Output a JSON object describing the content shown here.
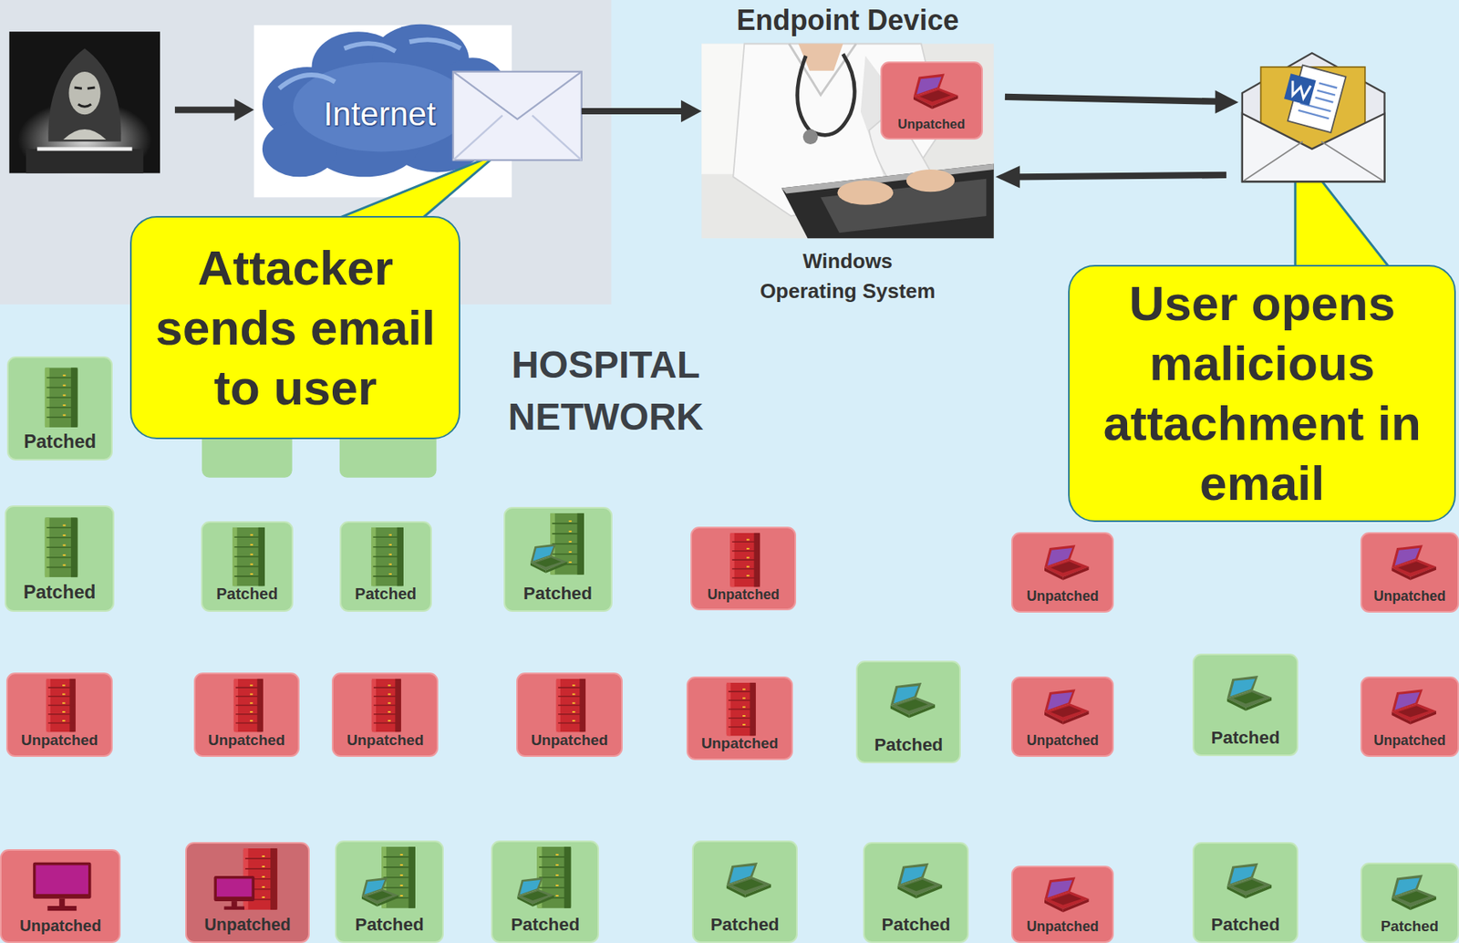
{
  "diagram": {
    "nodes": [
      {
        "text": [
          "Internet"
        ]
      },
      {
        "text": [
          "Endpoint Device",
          "Windows Operating System"
        ]
      },
      {
        "text": [
          "Unpatched"
        ],
        "in": 1
      },
      {
        "text": [
          "Attacker sends email to user"
        ]
      },
      {
        "text": [
          "User opens malicious attachment in email"
        ]
      },
      {
        "text": [
          "Patched"
        ]
      },
      {
        "text": [
          "Patched"
        ]
      },
      {
        "text": [
          "Patched"
        ]
      },
      {
        "text": [
          "Patched"
        ]
      },
      {
        "text": [
          "Patched"
        ]
      },
      {
        "text": [
          "Unpatched"
        ]
      },
      {
        "text": [
          "Unpatched"
        ]
      },
      {
        "text": [
          "Unpatched"
        ]
      },
      {
        "text": [
          "Unpatched"
        ]
      },
      {
        "text": [
          "Unpatched"
        ]
      },
      {
        "text": [
          "Unpatched"
        ]
      },
      {
        "text": [
          "Unpatched"
        ]
      },
      {
        "text": [
          "Unpatched"
        ]
      },
      {
        "text": [
          "Patched"
        ]
      },
      {
        "text": [
          "Unpatched"
        ]
      },
      {
        "text": [
          "Patched"
        ]
      },
      {
        "text": [
          "Unpatched"
        ]
      },
      {
        "text": [
          "Unpatched"
        ]
      },
      {
        "text": [
          "Unpatched"
        ]
      },
      {
        "text": [
          "Patched"
        ]
      },
      {
        "text": [
          "Patched"
        ]
      },
      {
        "text": [
          "Patched"
        ]
      },
      {
        "text": [
          "Patched"
        ]
      },
      {
        "text": [
          "Unpatched"
        ]
      },
      {
        "text": [
          "Patched"
        ]
      },
      {
        "text": [
          "Patched"
        ]
      }
    ],
    "edges": [
      {
        "from": 0,
        "to": 1,
        "arrow": "to"
      }
    ],
    "labels": [
      "HOSPITAL NETWORK"
    ]
  }
}
